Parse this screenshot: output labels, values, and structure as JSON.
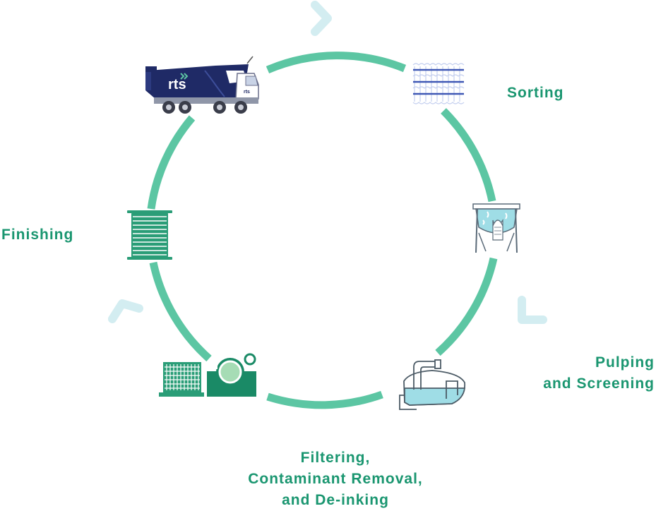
{
  "steps": [
    {
      "id": "collection",
      "label_lines": [],
      "icon": "collection-truck-icon"
    },
    {
      "id": "sorting",
      "label_lines": [
        "Sorting"
      ],
      "icon": "sorted-bales-icon"
    },
    {
      "id": "pulping",
      "label_lines": [
        "Pulping",
        "and Screening"
      ],
      "icon": "pulper-tank-icon"
    },
    {
      "id": "filtering",
      "label_lines": [
        "Filtering,",
        "Contaminant Removal,",
        "and De-inking"
      ],
      "icon": "deinking-flotation-cell-icon"
    },
    {
      "id": "contaminant",
      "label_lines": [],
      "icon": "screen-and-press-roll-icon"
    },
    {
      "id": "finishing",
      "label_lines": [
        "Finishing"
      ],
      "icon": "paper-roll-icon"
    }
  ],
  "truck_logo_text": "rts",
  "colors": {
    "ring": "#5cc6a3",
    "label": "#1a9670",
    "arrow": "#d3edf1",
    "truck_body": "#1f2a66",
    "icon_green": "#2a9d77",
    "icon_blue": "#3f58b5",
    "water": "#9fdde6"
  }
}
